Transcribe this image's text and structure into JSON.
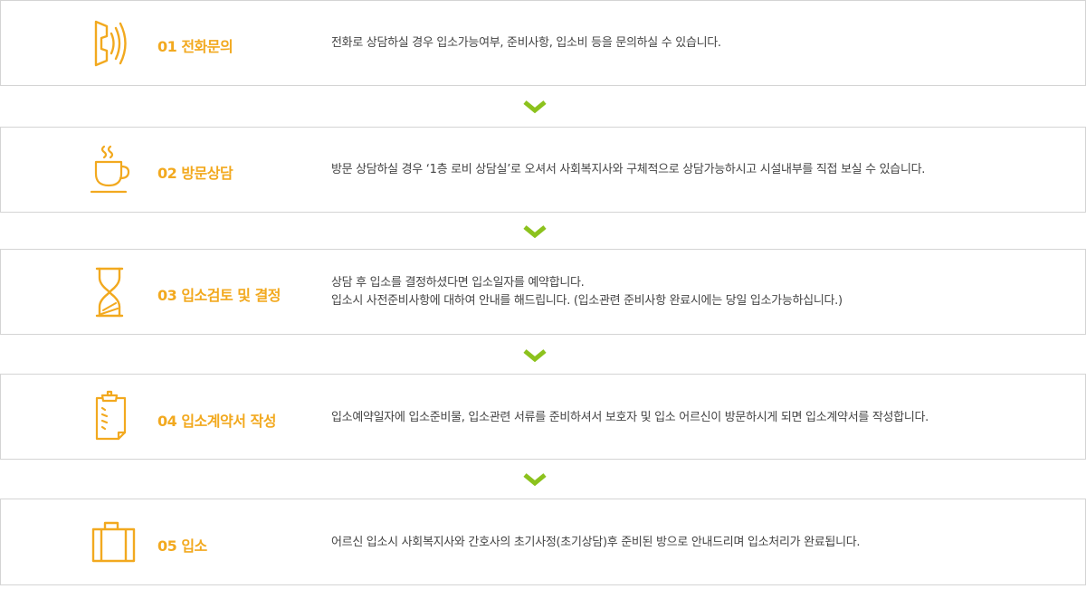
{
  "theme": {
    "accent": "#f2a91f",
    "arrow": "#8cc21d",
    "border": "#d4d4d4",
    "text": "#444444"
  },
  "steps": [
    {
      "icon": "phone-icon",
      "title": "01 전화문의",
      "lines": [
        "전화로 상담하실 경우 입소가능여부, 준비사항, 입소비 등을 문의하실 수 있습니다."
      ]
    },
    {
      "icon": "coffee-cup-icon",
      "title": "02 방문상담",
      "lines": [
        "방문 상담하실 경우 ‘1층 로비 상담실’로 오셔서 사회복지사와 구체적으로 상담가능하시고 시설내부를 직접 보실 수 있습니다."
      ]
    },
    {
      "icon": "hourglass-icon",
      "title": "03 입소검토 및 결정",
      "lines": [
        "상담 후 입소를 결정하셨다면 입소일자를 예약합니다.",
        "입소시 사전준비사항에 대하여 안내를 해드립니다. (입소관련 준비사항 완료시에는 당일 입소가능하십니다.)"
      ]
    },
    {
      "icon": "clipboard-icon",
      "title": "04 입소계약서 작성",
      "lines": [
        "입소예약일자에 입소준비물, 입소관련 서류를 준비하셔서 보호자 및 입소 어르신이 방문하시게 되면 입소계약서를 작성합니다."
      ]
    },
    {
      "icon": "suitcase-icon",
      "title": "05 입소",
      "lines": [
        "어르신 입소시 사회복지사와 간호사의 초기사정(초기상담)후 준비된 방으로 안내드리며 입소처리가 완료됩니다."
      ]
    }
  ]
}
